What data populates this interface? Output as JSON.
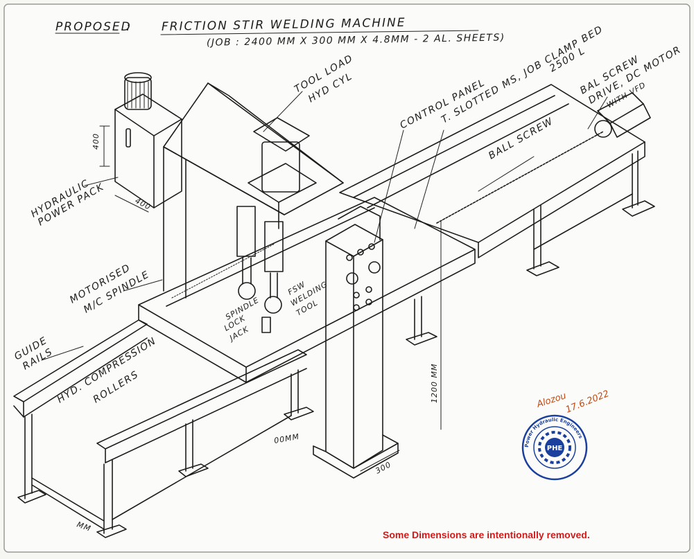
{
  "title": {
    "prefix": "PROPOSED",
    "colon": ":",
    "main": "FRICTION STIR WELDING MACHINE",
    "job": "(JOB : 2400 MM X 300 MM X 4.8MM - 2 AL. SHEETS)"
  },
  "labels": {
    "tool_load_line1": "TOOL LOAD",
    "tool_load_line2": "HYD CYL",
    "control_panel": "CONTROL PANEL",
    "t_slotted_line1": "T. SLOTTED MS, JOB CLAMP BED",
    "t_slotted_line2": "2500 L",
    "ball_screw_drive_line1": "BAL SCREW",
    "ball_screw_drive_line2": "DRIVE, DC MOTOR",
    "ball_screw_drive_line3": "WITH VFD",
    "ball_screw": "BALL SCREW",
    "hydraulic_line1": "HYDRAULIC",
    "hydraulic_line2": "POWER PACK",
    "motorised_line1": "MOTORISED",
    "motorised_line2": "M/C SPINDLE",
    "guide_line1": "GUIDE",
    "guide_line2": "RAILS",
    "compression_line1": "HYD. COMPRESSION",
    "compression_line2": "ROLLERS",
    "fsw_line1": "FSW",
    "fsw_line2": "WELDING",
    "fsw_line3": "TOOL",
    "lock_line1": "SPINDLE",
    "lock_line2": "LOCK",
    "lock_line3": "JACK"
  },
  "dimensions": {
    "pack_height": "400",
    "pack_width": "400",
    "column_height": "1200 MM",
    "column_base": "300",
    "partial_mm": "00MM",
    "left_mm": "MM"
  },
  "signature": {
    "name": "Alozou",
    "date": "17.6.2022"
  },
  "stamp": {
    "ring_text": "Power Hydraulic Engineers",
    "center": "PHE"
  },
  "footnote": "Some Dimensions are intentionally removed."
}
